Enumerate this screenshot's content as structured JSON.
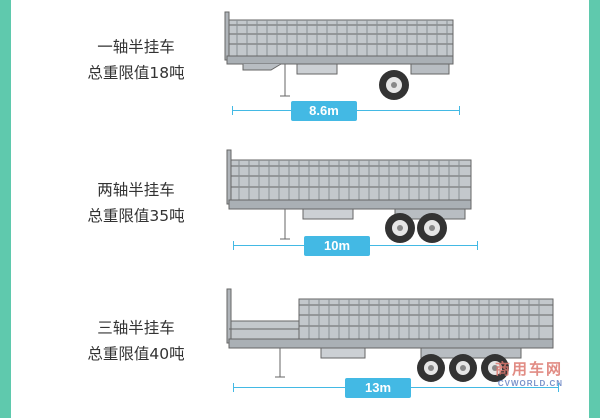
{
  "trailers": [
    {
      "line1": "一轴半挂车",
      "line2": "总重限值18吨",
      "length": "8.6m",
      "axles": 1
    },
    {
      "line1": "两轴半挂车",
      "line2": "总重限值35吨",
      "length": "10m",
      "axles": 2
    },
    {
      "line1": "三轴半挂车",
      "line2": "总重限值40吨",
      "length": "13m",
      "axles": 3
    }
  ],
  "watermark": {
    "main": "商用车网",
    "sub": "CVWORLD.CN"
  },
  "colors": {
    "border": "#5fc9ad",
    "accent": "#43b9e4",
    "body": "#b9bfc4"
  }
}
